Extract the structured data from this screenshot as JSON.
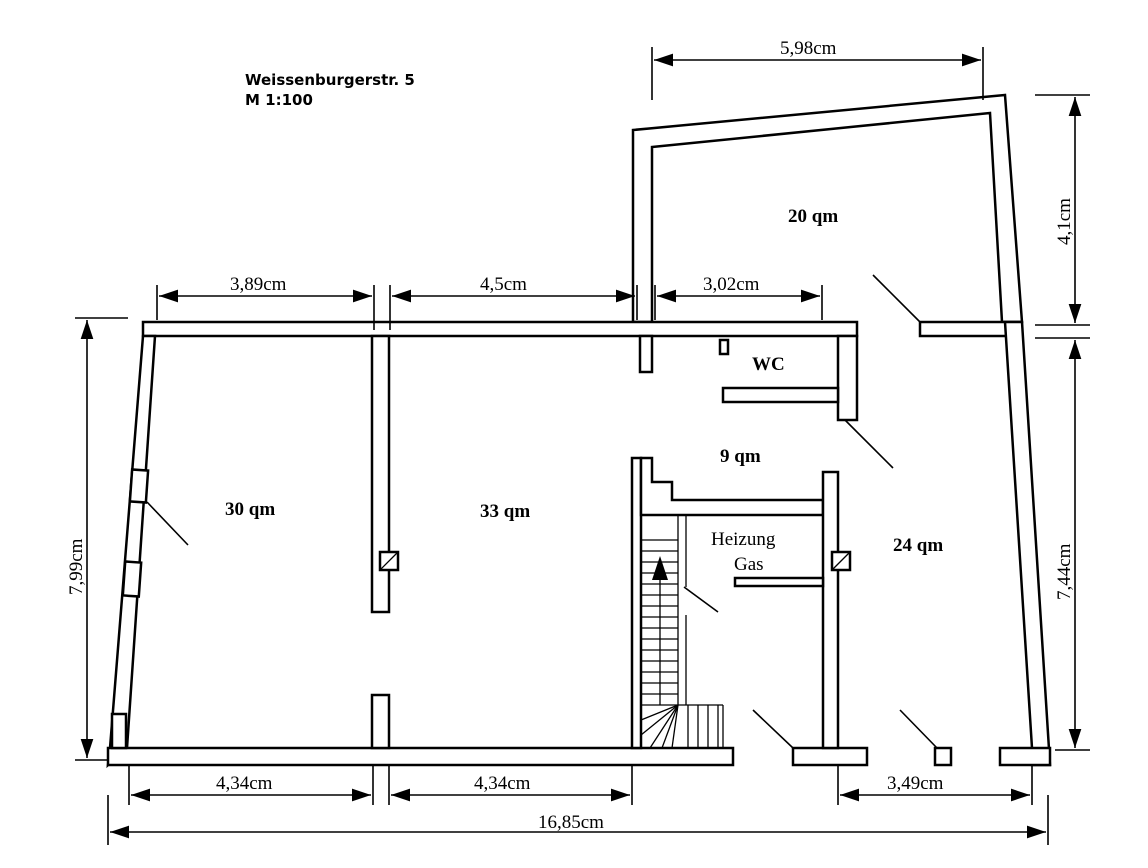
{
  "header": {
    "address": "Weissenburgerstr. 5",
    "scale": "M 1:100"
  },
  "rooms": {
    "r20": "20 qm",
    "wc": "WC",
    "r9": "9 qm",
    "r30": "30 qm",
    "r33": "33 qm",
    "heizung_line1": "Heizung",
    "heizung_line2": "Gas",
    "r24": "24 qm"
  },
  "dimensions": {
    "top_annex": "5,98cm",
    "right_annex": "4,1cm",
    "top_left": "3,89cm",
    "top_mid": "4,5cm",
    "top_right": "3,02cm",
    "left_height": "7,99cm",
    "right_height": "7,44cm",
    "bottom_left": "4,34cm",
    "bottom_mid": "4,34cm",
    "bottom_right": "3,49cm",
    "total_width": "16,85cm"
  }
}
